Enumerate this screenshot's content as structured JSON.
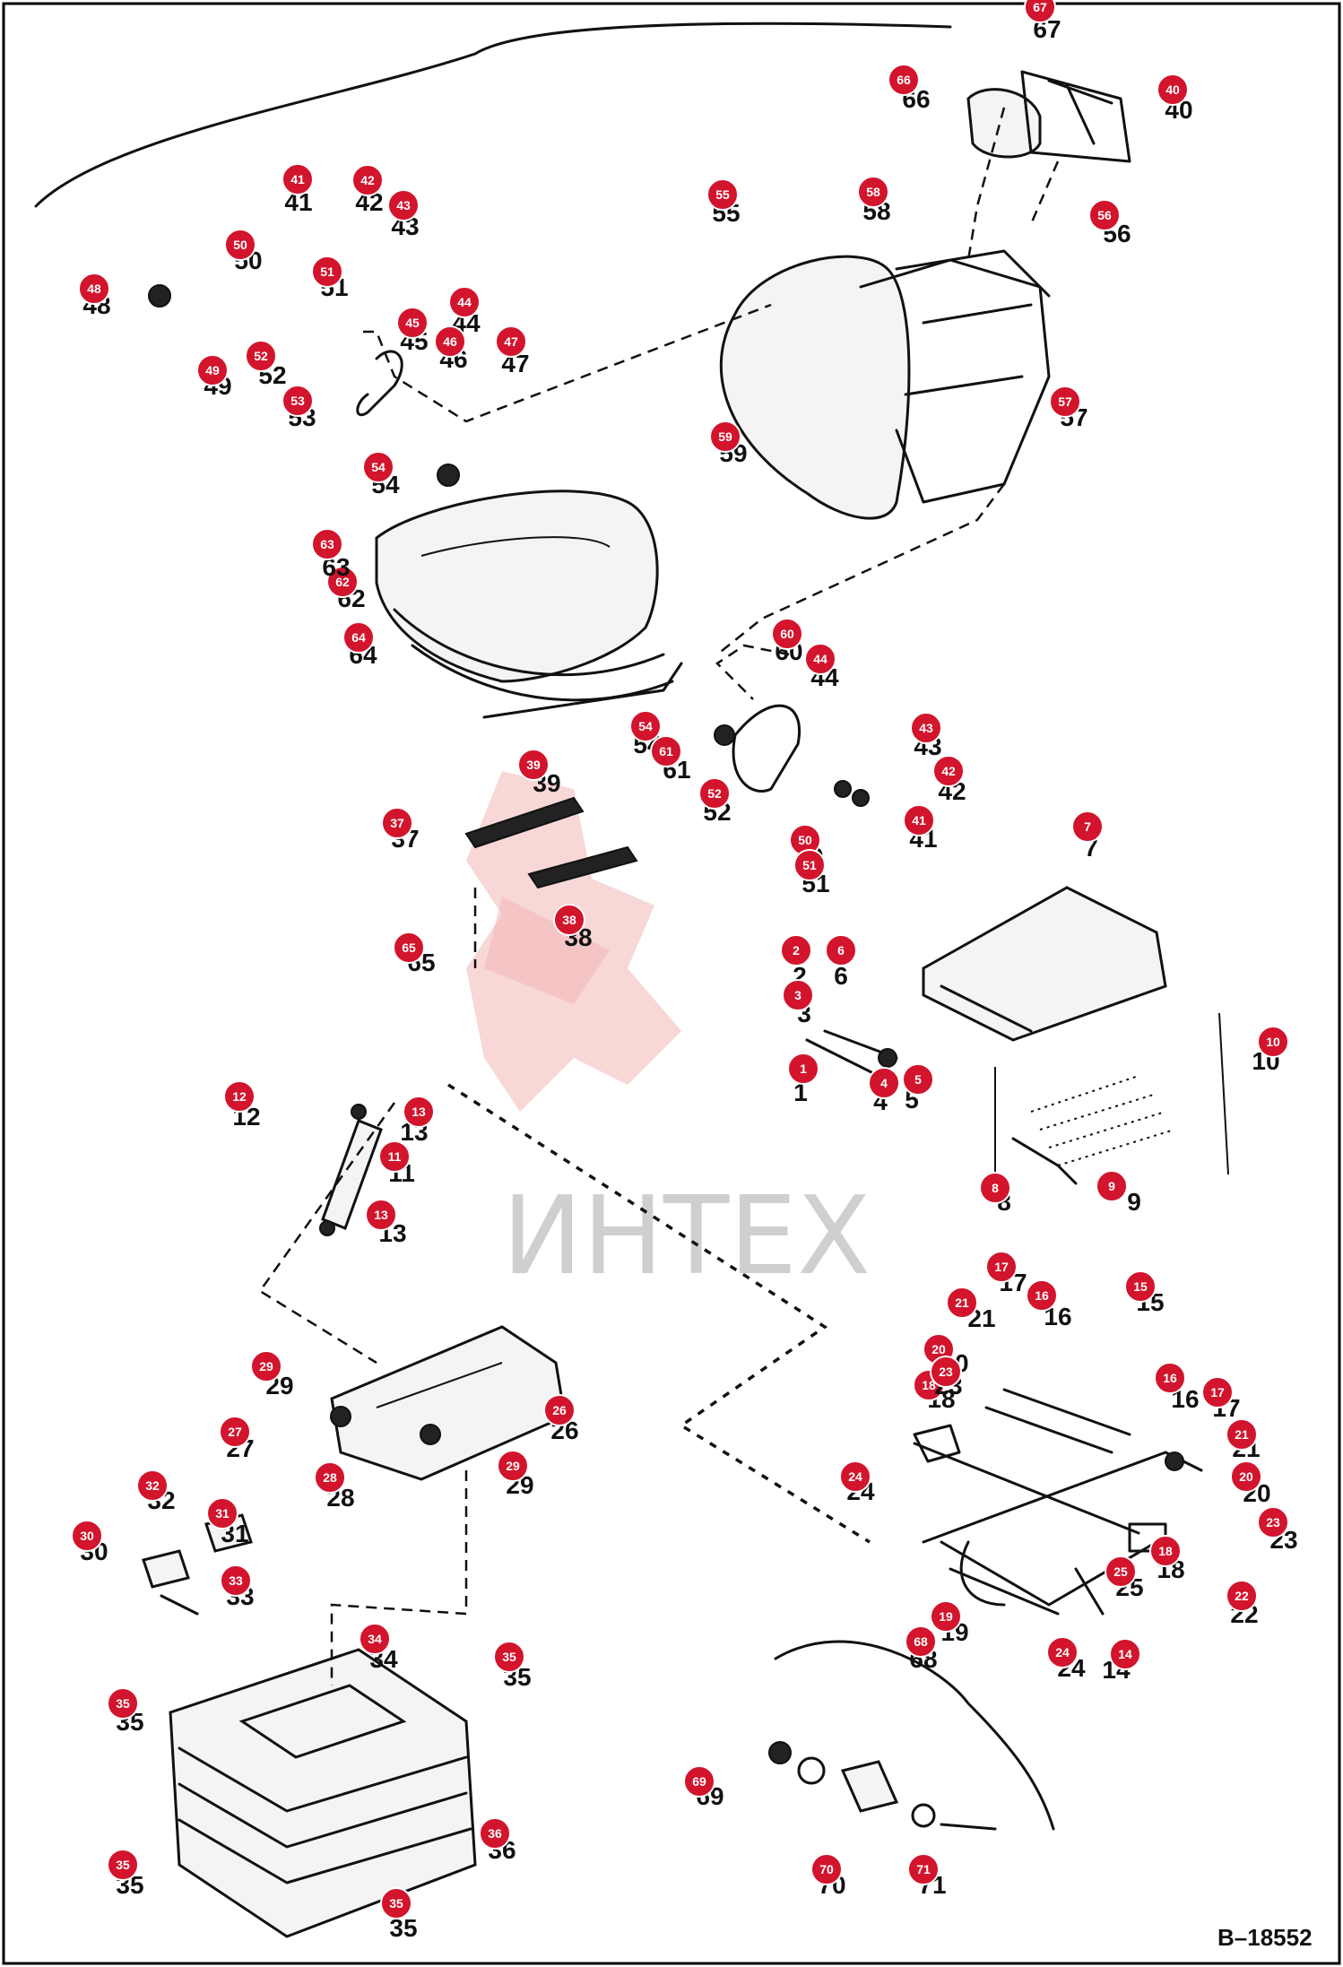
{
  "drawing_code": "B–18552",
  "watermark": "ИНТЕХ",
  "colors": {
    "badge": "#d2142c",
    "ink": "#111111",
    "watermark_logo": "#f2b6b6"
  },
  "parts": [
    {
      "label": "1"
    },
    {
      "label": "2"
    },
    {
      "label": "3"
    },
    {
      "label": "4"
    },
    {
      "label": "5"
    },
    {
      "label": "6"
    },
    {
      "label": "7"
    },
    {
      "label": "8"
    },
    {
      "label": "9"
    },
    {
      "label": "10"
    },
    {
      "label": "11"
    },
    {
      "label": "12"
    },
    {
      "label": "13"
    },
    {
      "label": "13"
    },
    {
      "label": "14"
    },
    {
      "label": "15"
    },
    {
      "label": "16"
    },
    {
      "label": "16"
    },
    {
      "label": "17"
    },
    {
      "label": "17"
    },
    {
      "label": "18"
    },
    {
      "label": "18"
    },
    {
      "label": "19"
    },
    {
      "label": "20"
    },
    {
      "label": "20"
    },
    {
      "label": "21"
    },
    {
      "label": "21"
    },
    {
      "label": "22"
    },
    {
      "label": "23"
    },
    {
      "label": "23"
    },
    {
      "label": "24"
    },
    {
      "label": "24"
    },
    {
      "label": "25"
    },
    {
      "label": "26"
    },
    {
      "label": "27"
    },
    {
      "label": "28"
    },
    {
      "label": "29"
    },
    {
      "label": "29"
    },
    {
      "label": "30"
    },
    {
      "label": "31"
    },
    {
      "label": "32"
    },
    {
      "label": "33"
    },
    {
      "label": "34"
    },
    {
      "label": "35"
    },
    {
      "label": "35"
    },
    {
      "label": "35"
    },
    {
      "label": "35"
    },
    {
      "label": "36"
    },
    {
      "label": "37"
    },
    {
      "label": "38"
    },
    {
      "label": "39"
    },
    {
      "label": "40"
    },
    {
      "label": "41"
    },
    {
      "label": "41"
    },
    {
      "label": "42"
    },
    {
      "label": "42"
    },
    {
      "label": "43"
    },
    {
      "label": "43"
    },
    {
      "label": "44"
    },
    {
      "label": "44"
    },
    {
      "label": "45"
    },
    {
      "label": "46"
    },
    {
      "label": "47"
    },
    {
      "label": "48"
    },
    {
      "label": "49"
    },
    {
      "label": "50"
    },
    {
      "label": "50"
    },
    {
      "label": "51"
    },
    {
      "label": "51"
    },
    {
      "label": "52"
    },
    {
      "label": "52"
    },
    {
      "label": "53"
    },
    {
      "label": "54"
    },
    {
      "label": "54"
    },
    {
      "label": "55"
    },
    {
      "label": "56"
    },
    {
      "label": "57"
    },
    {
      "label": "58"
    },
    {
      "label": "59"
    },
    {
      "label": "60"
    },
    {
      "label": "61"
    },
    {
      "label": "62"
    },
    {
      "label": "63"
    },
    {
      "label": "64"
    },
    {
      "label": "65"
    },
    {
      "label": "66"
    },
    {
      "label": "67"
    },
    {
      "label": "68"
    },
    {
      "label": "69"
    },
    {
      "label": "70"
    },
    {
      "label": "71"
    }
  ]
}
